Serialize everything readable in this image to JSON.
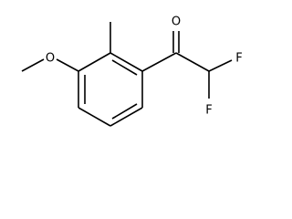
{
  "molecule": {
    "atoms": [
      {
        "id": "O_ketone",
        "symbol": "O"
      },
      {
        "id": "F_upper",
        "symbol": "F"
      },
      {
        "id": "F_lower",
        "symbol": "F"
      },
      {
        "id": "O_methoxy",
        "symbol": "O"
      }
    ]
  },
  "colors": {
    "bond": "#000000",
    "label": "#000000",
    "background": "#ffffff"
  }
}
